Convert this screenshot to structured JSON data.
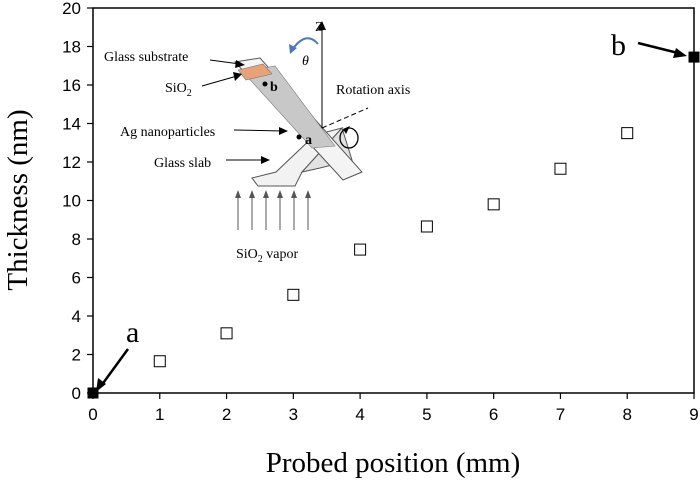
{
  "chart_data": {
    "type": "scatter",
    "xlabel": "Probed position (mm)",
    "ylabel": "Thickness (nm)",
    "xlim": [
      0,
      9
    ],
    "ylim": [
      0,
      20
    ],
    "x_ticks": [
      "0",
      "1",
      "2",
      "3",
      "4",
      "5",
      "6",
      "7",
      "8",
      "9"
    ],
    "y_ticks": [
      "0",
      "2",
      "4",
      "6",
      "8",
      "10",
      "12",
      "14",
      "16",
      "18",
      "20"
    ],
    "grid": false,
    "series": [
      {
        "marker": "open-square",
        "points": [
          {
            "x": 1,
            "y": 1.65
          },
          {
            "x": 2,
            "y": 3.1
          },
          {
            "x": 3,
            "y": 5.1
          },
          {
            "x": 4,
            "y": 7.45
          },
          {
            "x": 5,
            "y": 8.65
          },
          {
            "x": 6,
            "y": 9.8
          },
          {
            "x": 7,
            "y": 11.65
          },
          {
            "x": 8,
            "y": 13.5
          }
        ]
      },
      {
        "marker": "filled-square",
        "points": [
          {
            "x": 0,
            "y": 0,
            "label": "a"
          },
          {
            "x": 9,
            "y": 17.45,
            "label": "b"
          }
        ]
      }
    ],
    "inset": {
      "labels": {
        "glass_substrate": "Glass substrate",
        "sio2_main": "SiO",
        "sio2_sub": "2",
        "ag_nanoparticles": "Ag nanoparticles",
        "glass_slab": "Glass slab",
        "vapor_main": "SiO",
        "vapor_sub": "2",
        "vapor_rest": " vapor",
        "rotation_axis": "Rotation axis",
        "z_axis": "Z",
        "theta": "θ",
        "point_a": "a",
        "point_b": "b"
      },
      "colors": {
        "sio2_layer": "#e8a27a",
        "ag_layer": "#c8c8c8"
      }
    }
  }
}
